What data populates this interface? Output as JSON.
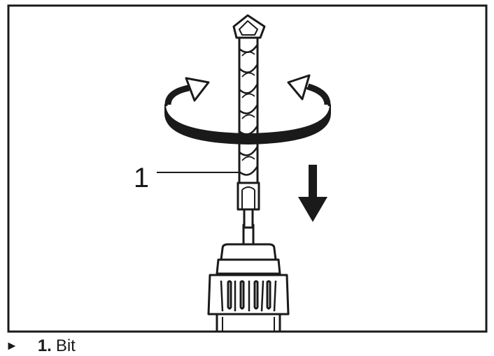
{
  "figure": {
    "callout_number": "1",
    "icons": [
      "drill-bit-icon",
      "rotation-arrow-icon",
      "downward-arrow-icon",
      "chuck-icon"
    ]
  },
  "caption": {
    "marker": "►",
    "number": "1.",
    "label": "Bit"
  }
}
